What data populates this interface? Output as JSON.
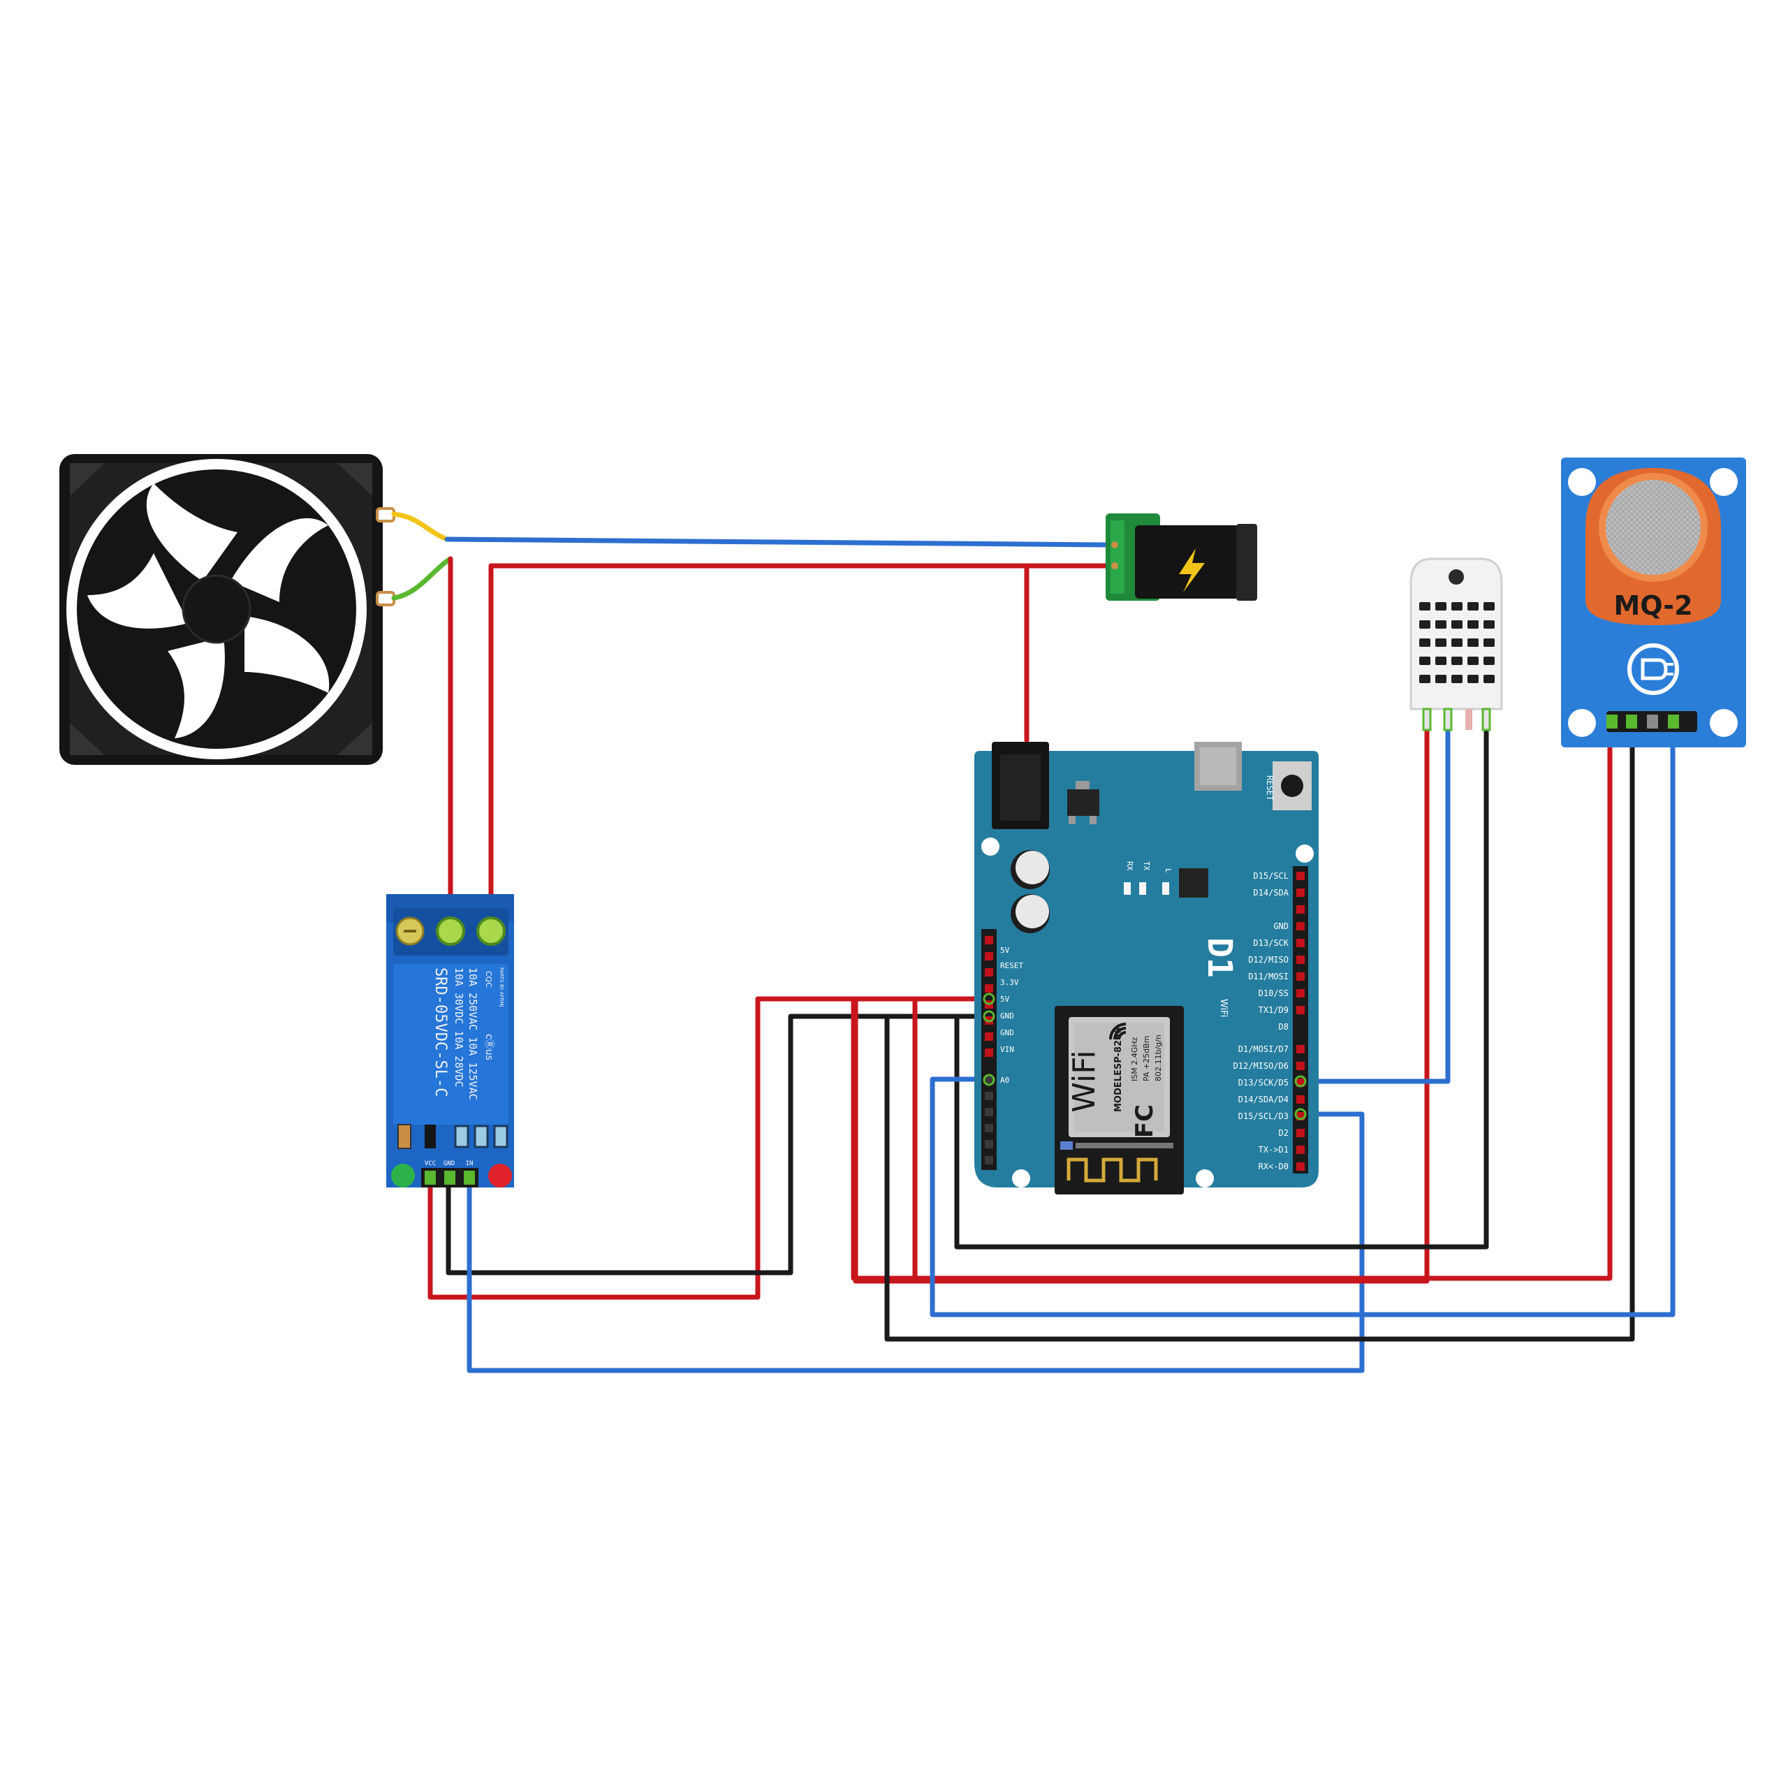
{
  "colors": {
    "wire_red": "#c8161d",
    "wire_black": "#1a1a1a",
    "wire_blue": "#2d6fd0",
    "wire_green": "#59b82e",
    "wire_yellow": "#f2c419",
    "board_teal": "#247d9f",
    "relay_blue": "#1d66c4",
    "mq2_blue": "#2b7ed8",
    "mq2_orange": "#e2692d",
    "jack_green": "#1e8a3a",
    "header_red": "#c2121a"
  },
  "d1": {
    "reset_label": "RESET",
    "rx_label": "RX",
    "tx_label": "TX",
    "l_label": "L",
    "logo": "D1",
    "logo_sub": "WiFi",
    "left_pins": [
      "5V",
      "RESET",
      "3.3V",
      "5V",
      "GND",
      "GND",
      "VIN"
    ],
    "a0_label": "A0",
    "right_pins_top": [
      "D15/SCL",
      "D14/SDA"
    ],
    "right_pins_mid": [
      "GND",
      "D13/SCK",
      "D12/MISO",
      "D11/MOSI",
      "D10/SS",
      "TX1/D9",
      "D8"
    ],
    "right_pins_bottom": [
      "D1/MOSI/D7",
      "D12/MISO/D6",
      "D13/SCK/D5",
      "D14/SDA/D4",
      "D15/SCL/D3",
      "D2",
      "TX->D1",
      "RX<-D0"
    ],
    "module_wifi": "WiFi",
    "module_model": "MODEL",
    "module_chip": "ESP-8266",
    "module_ism": "ISM 2.4GHz",
    "module_pa": "PA +25dBm",
    "module_std": "802.11b/g/n",
    "module_fc": "FC"
  },
  "relay": {
    "model": "SRD-05VDC-SL-C",
    "rating_1": "10A 250VAC  10A 125VAC",
    "rating_2": "10A  30VDC  10A  28VDC",
    "cqc": "CQC",
    "ul": "cⓇus",
    "parts_by": "PARTS BY AFRMJ",
    "vcc_label": "VCC",
    "gnd_label": "GND",
    "in_label": "IN"
  },
  "mq2": {
    "label": "MQ-2"
  }
}
